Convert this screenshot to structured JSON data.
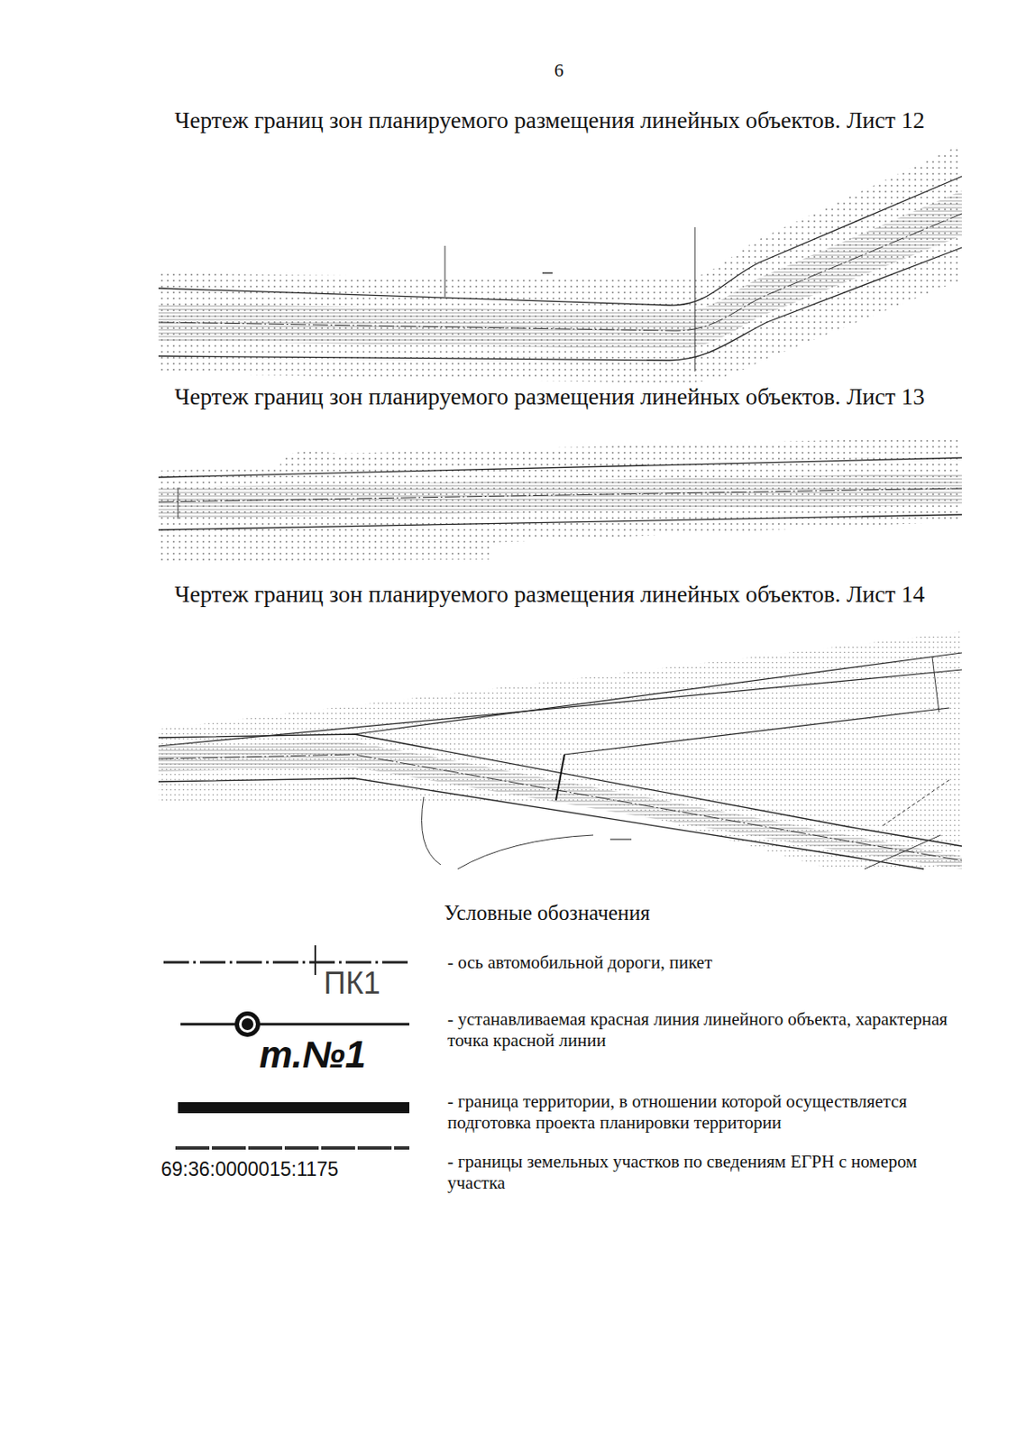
{
  "diagram": {
    "labels": [
      "6",
      "Чертеж границ зон планируемого размещения линейных объектов. Лист 12",
      "Чертеж границ зон планируемого размещения линейных объектов. Лист 13",
      "Чертеж границ зон планируемого размещения линейных объектов. Лист 14",
      "Условные обозначения",
      "ПК1",
      "т.№1",
      "69:36:0000015:1175"
    ],
    "legend": [
      {
        "text": "- ось автомобильной дороги, пикет"
      },
      {
        "text": "- устанавливаемая красная линия линейного объекта, характерная точка красной линии"
      },
      {
        "text": "- граница территории, в отношении которой осуществляется подготовка проекта планировки территории"
      },
      {
        "text": "- границы земельных участков по сведениям ЕГРН с номером участка"
      }
    ]
  }
}
